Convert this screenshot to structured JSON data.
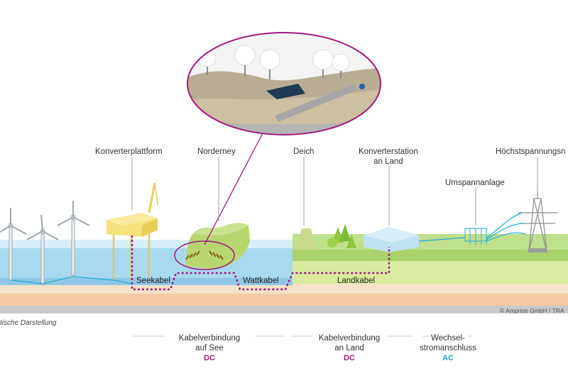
{
  "labels": {
    "converter_platform": "Konverterplattform",
    "norderney": "Norderney",
    "dike": "Deich",
    "converter_station_line1": "Konverterstation",
    "converter_station_line2": "an Land",
    "substation": "Umspannanlage",
    "extra_high_voltage": "Höchstspannungsn"
  },
  "cables": {
    "sea_cable": "Seekabel",
    "mudflat_cable": "Wattkabel",
    "land_cable": "Landkabel"
  },
  "footer": {
    "caption": "tische Darstellung",
    "copyright": "© Amprion GmbH /  TRA"
  },
  "sections": [
    {
      "line1": "Kabelverbindung",
      "line2": "auf See",
      "type": "DC"
    },
    {
      "line1": "Kabelverbindung",
      "line2": "an Land",
      "type": "DC"
    },
    {
      "line1": "Wechsel-",
      "line2": "stromanschluss",
      "type": "AC"
    }
  ],
  "colors": {
    "sea": "#bfe3f3",
    "land_green": "#a9d26a",
    "dc_cable": "#a0197b",
    "ac_cable": "#1fa9d6",
    "platform": "#f5e27a"
  }
}
